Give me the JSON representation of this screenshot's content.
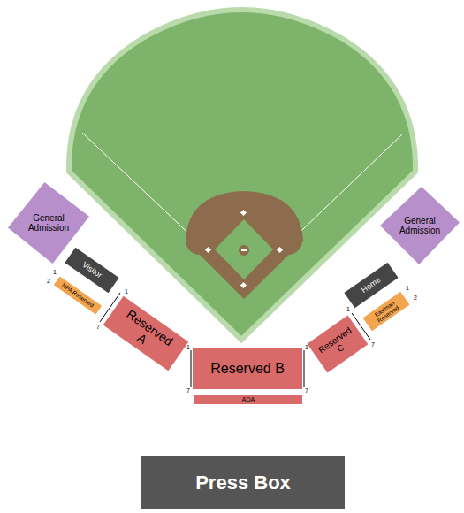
{
  "diagram": {
    "nodes": [
      {
        "text": [
          "General Admission"
        ]
      },
      {
        "text": [
          "General Admission"
        ]
      },
      {
        "text": [
          "Visitor"
        ]
      },
      {
        "text": [
          "Home"
        ]
      },
      {
        "text": [
          "NPA Reserved"
        ]
      },
      {
        "text": [
          "Eastman Reserved"
        ]
      },
      {
        "text": [
          "Reserved A"
        ]
      },
      {
        "text": [
          "Reserved C"
        ]
      },
      {
        "text": [
          "Reserved B"
        ]
      },
      {
        "text": [
          "ADA"
        ]
      },
      {
        "text": [
          "Press Box"
        ]
      }
    ],
    "labels": [
      "1",
      "2",
      "1",
      "7",
      "1",
      "7",
      "1",
      "7",
      "1",
      "7",
      "1",
      "2"
    ]
  }
}
